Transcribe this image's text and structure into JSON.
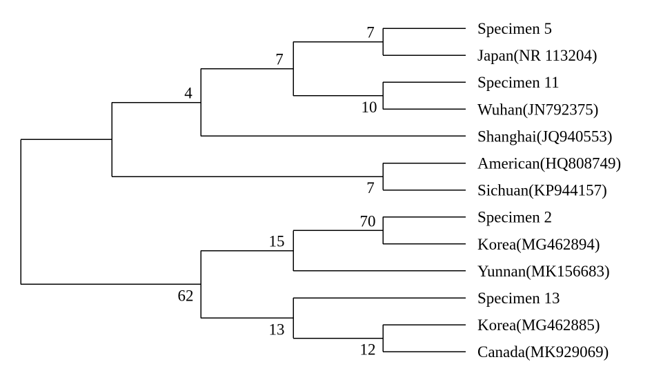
{
  "tree": {
    "leaves": [
      {
        "id": "s5",
        "label": "Specimen 5"
      },
      {
        "id": "jp",
        "label": "Japan(NR 113204)"
      },
      {
        "id": "s11",
        "label": "Specimen 11"
      },
      {
        "id": "wh",
        "label": "Wuhan(JN792375)"
      },
      {
        "id": "sh",
        "label": "Shanghai(JQ940553)"
      },
      {
        "id": "am",
        "label": "American(HQ808749)"
      },
      {
        "id": "sc",
        "label": "Sichuan(KP944157)"
      },
      {
        "id": "s2",
        "label": "Specimen 2"
      },
      {
        "id": "ko1",
        "label": "Korea(MG462894)"
      },
      {
        "id": "yn",
        "label": "Yunnan(MK156683)"
      },
      {
        "id": "s13",
        "label": "Specimen 13"
      },
      {
        "id": "ko2",
        "label": "Korea(MG462885)"
      },
      {
        "id": "ca",
        "label": "Canada(MK929069)"
      }
    ],
    "nodes": [
      {
        "id": "n1",
        "children": [
          "s5",
          "jp"
        ],
        "support": "7"
      },
      {
        "id": "n2",
        "children": [
          "s11",
          "wh"
        ],
        "support": "10"
      },
      {
        "id": "n3",
        "children": [
          "n1",
          "n2"
        ],
        "support": "7"
      },
      {
        "id": "n4",
        "children": [
          "n3",
          "sh"
        ],
        "support": "4"
      },
      {
        "id": "n5",
        "children": [
          "am",
          "sc"
        ],
        "support": "7"
      },
      {
        "id": "n6",
        "children": [
          "n4",
          "n5"
        ],
        "support": ""
      },
      {
        "id": "n7",
        "children": [
          "s2",
          "ko1"
        ],
        "support": "70"
      },
      {
        "id": "n8",
        "children": [
          "n7",
          "yn"
        ],
        "support": "15"
      },
      {
        "id": "n9",
        "children": [
          "ko2",
          "ca"
        ],
        "support": "12"
      },
      {
        "id": "n10",
        "children": [
          "s13",
          "n9"
        ],
        "support": "13"
      },
      {
        "id": "n11",
        "children": [
          "n8",
          "n10"
        ],
        "support": "62"
      },
      {
        "id": "root",
        "children": [
          "n6",
          "n11"
        ],
        "support": ""
      }
    ]
  }
}
